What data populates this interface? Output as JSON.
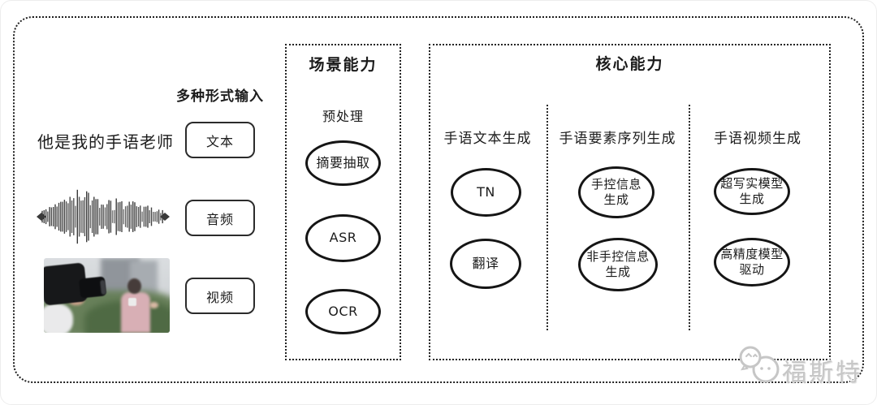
{
  "input": {
    "label": "多种形式输入",
    "sample_text": "他是我的手语老师",
    "items": [
      {
        "label": "文本"
      },
      {
        "label": "音频"
      },
      {
        "label": "视频"
      }
    ]
  },
  "scene": {
    "title": "场景能力",
    "subtitle": "预处理",
    "nodes": [
      "摘要抽取",
      "ASR",
      "OCR"
    ]
  },
  "core": {
    "title": "核心能力",
    "columns": [
      {
        "header": "手语文本生成",
        "nodes": [
          "TN",
          "翻译"
        ]
      },
      {
        "header": "手语要素序列生成",
        "nodes": [
          "手控信息\n生成",
          "非手控信息\n生成"
        ]
      },
      {
        "header": "手语视频生成",
        "nodes": [
          "超写实模型\n生成",
          "高精度模型\n驱动"
        ]
      }
    ]
  },
  "watermark": {
    "text": "福斯特"
  },
  "colors": {
    "ink": "#1c1c1c",
    "watermark_gray": "#c7c7c7"
  }
}
